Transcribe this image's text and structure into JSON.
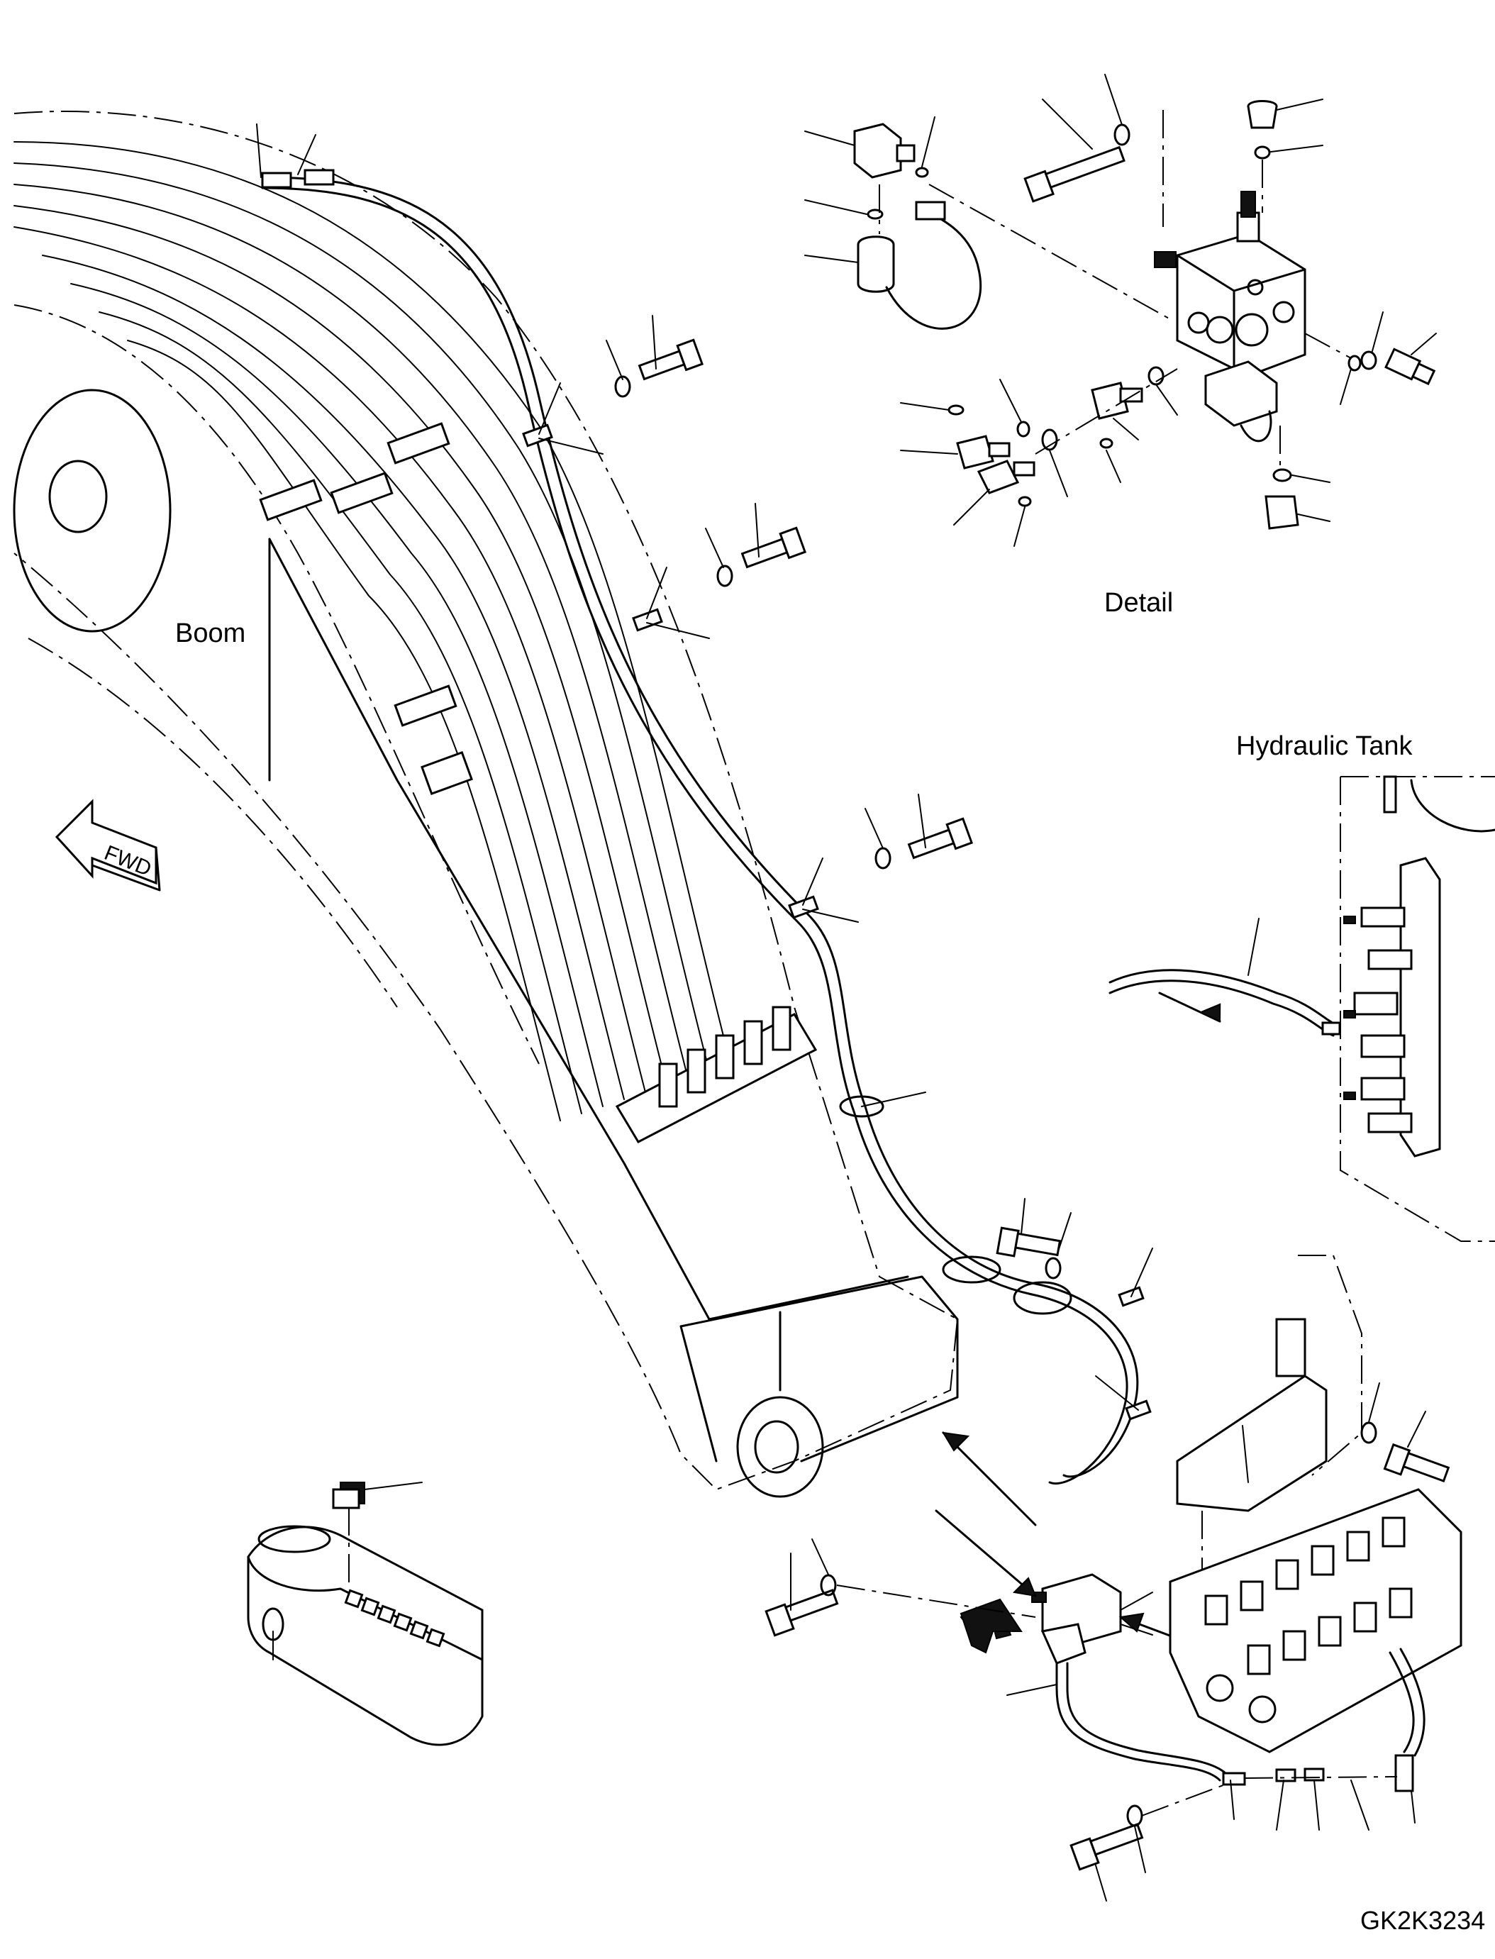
{
  "labels": {
    "boom": "Boom",
    "detail": "Detail",
    "hydraulic_tank": "Hydraulic Tank",
    "fwd": "FWD"
  },
  "drawing_code": "GK2K3234"
}
